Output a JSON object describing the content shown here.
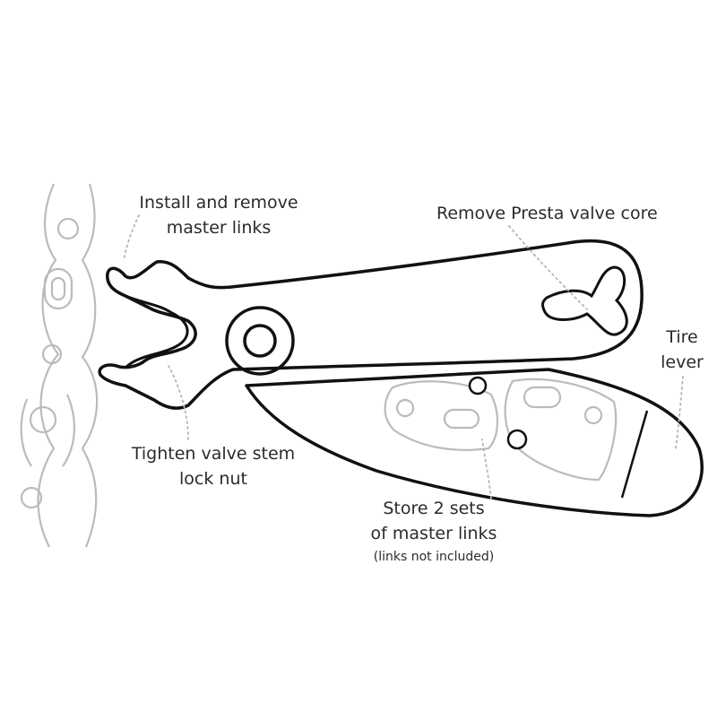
{
  "labels": {
    "master_links": {
      "line1": "Install and remove",
      "line2": "master links"
    },
    "presta": {
      "line1": "Remove Presta valve core"
    },
    "tire_lever": {
      "line1": "Tire",
      "line2": "lever"
    },
    "valve_stem": {
      "line1": "Tighten valve stem",
      "line2": "lock nut"
    },
    "store": {
      "line1": "Store 2 sets",
      "line2": "of master links",
      "note": "(links not included)"
    }
  },
  "colors": {
    "outline": "#111111",
    "chain": "#bbbbbb",
    "leader": "#b5b5b5",
    "text": "#2b2b2b"
  }
}
